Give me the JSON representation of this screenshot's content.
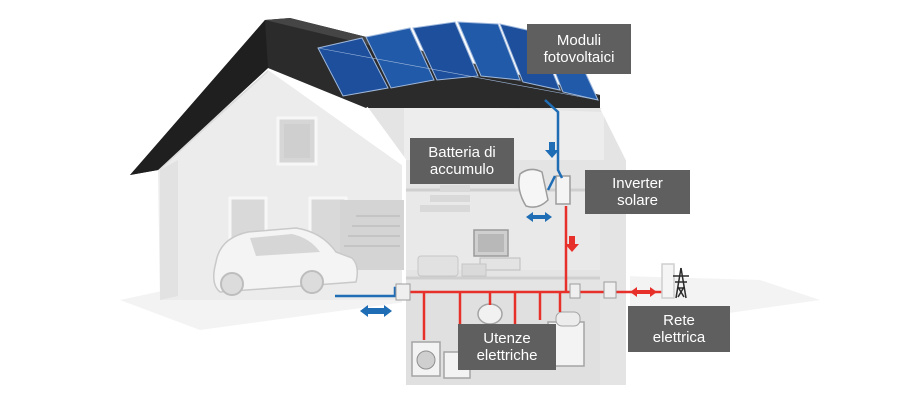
{
  "diagram": {
    "callouts": {
      "moduli": {
        "line1": "Moduli",
        "line2": "fotovoltaici"
      },
      "batteria": {
        "line1": "Batteria di",
        "line2": "accumulo"
      },
      "inverter": {
        "line1": "Inverter",
        "line2": "solare"
      },
      "utenze": {
        "line1": "Utenze",
        "line2": "elettriche"
      },
      "rete": {
        "line1": "Rete",
        "line2": "elettrica"
      }
    },
    "colors": {
      "callout_bg": "#5f5f5f",
      "callout_text": "#ffffff",
      "dc_line": "#1f6db5",
      "ac_line": "#e8302b",
      "roof": "#2b2b2b",
      "solar_panel": "#1d4f9c",
      "wall": "#e9e9e9",
      "interior": "#dcdcdc"
    },
    "icons": [
      "solar-panel-icon",
      "battery-icon",
      "inverter-icon",
      "car-icon",
      "tv-icon",
      "washing-machine-icon",
      "boiler-icon",
      "pylon-icon",
      "flow-arrow-icon"
    ]
  }
}
